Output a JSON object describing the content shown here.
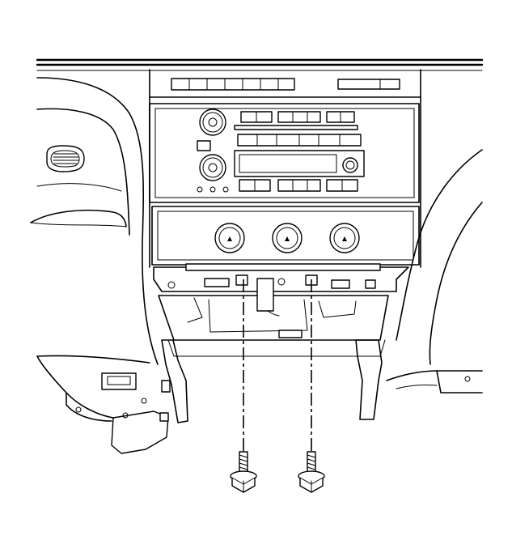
{
  "figure": {
    "description_visible_text": "",
    "components": [
      "dashboard-top-edge",
      "left-instrument-cluster",
      "left-air-vent",
      "center-stack-bezel",
      "radio-head-unit",
      "climate-control-panel",
      "radio-mounting-bracket",
      "left-knee-bolster",
      "right-console-side",
      "fastener-left",
      "fastener-right"
    ],
    "colors": {
      "line": "#000000",
      "background": "#ffffff"
    }
  }
}
